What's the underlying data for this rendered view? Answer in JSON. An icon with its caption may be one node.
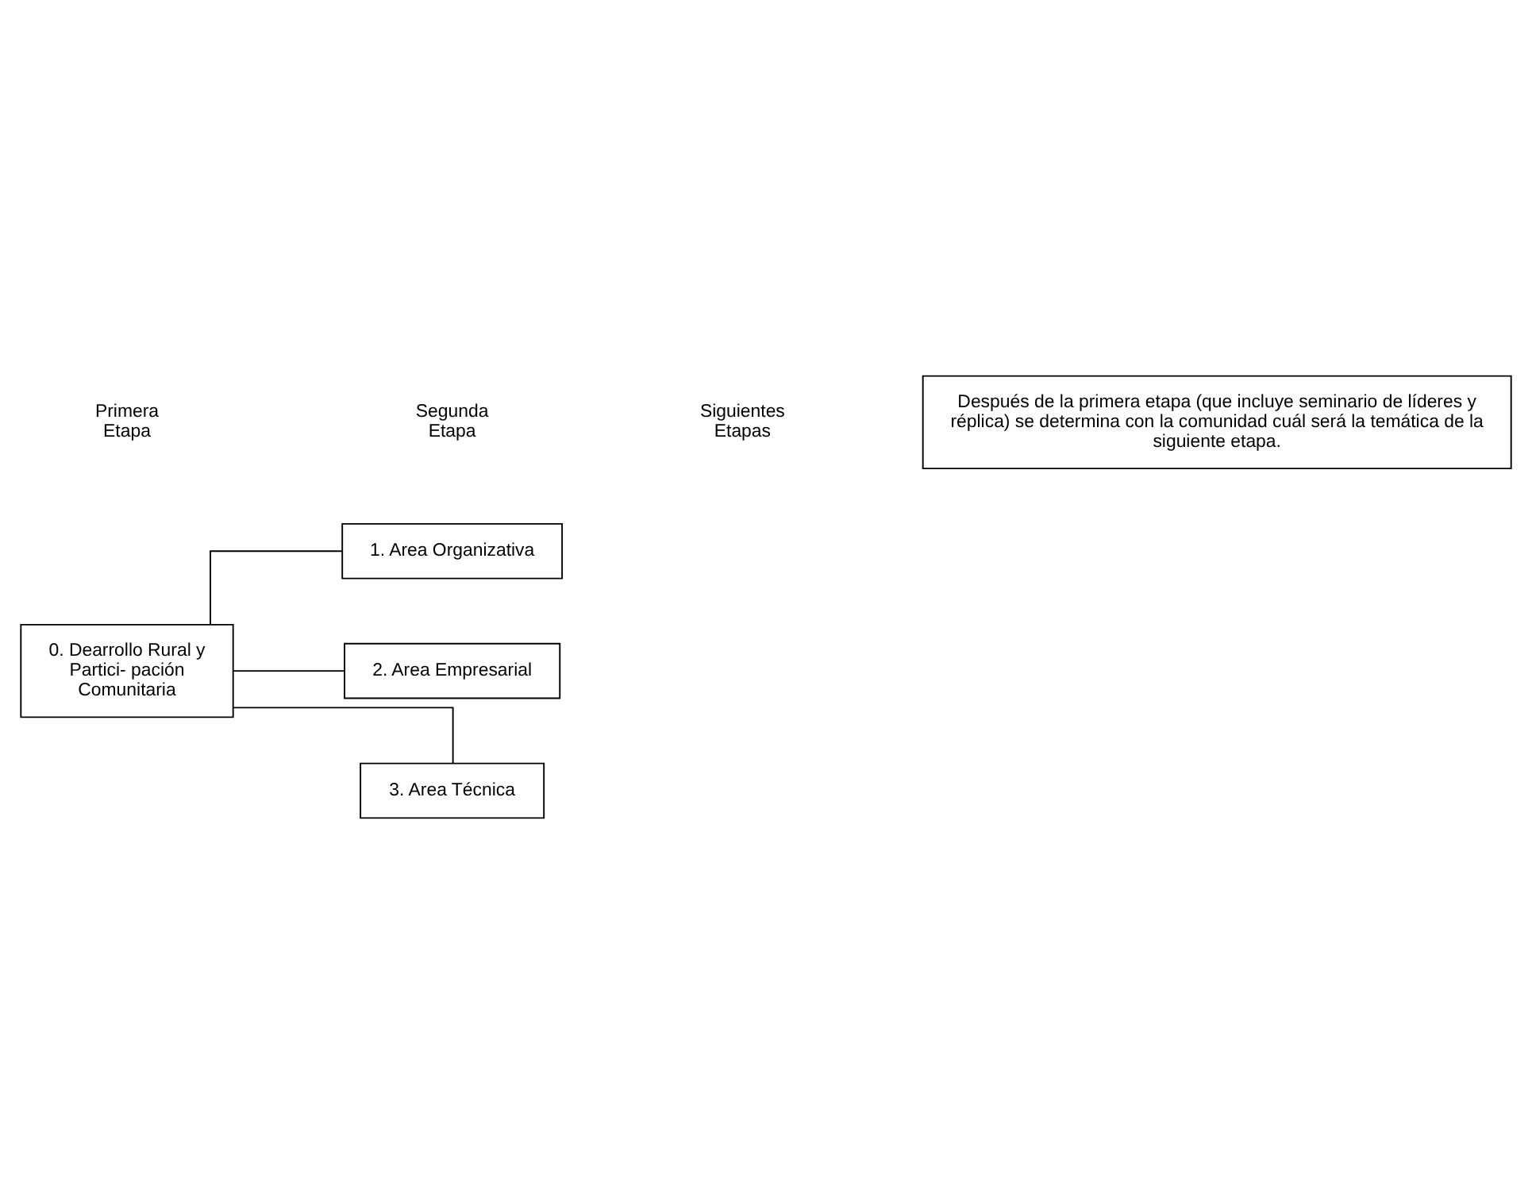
{
  "diagram": {
    "nodes": [
      {
        "text": [
          "0. Dearrollo Rural y Partici- pación Comunitaria"
        ]
      },
      {
        "text": [
          "1. Area Organizativa"
        ]
      },
      {
        "text": [
          "2. Area Empresarial"
        ]
      },
      {
        "text": [
          "3. Area Técnica"
        ]
      },
      {
        "text": [
          "Después de la primera etapa (que incluye seminario de líderes y réplica) se determina con la comunidad cuál será la temática de la siguiente etapa."
        ]
      }
    ],
    "edges": [
      {
        "from": 0,
        "to": 1,
        "arrow": "none"
      },
      {
        "from": 0,
        "to": 2,
        "arrow": "none"
      },
      {
        "from": 0,
        "to": 3,
        "arrow": "none"
      }
    ],
    "labels": [
      "Primera Etapa",
      "Segunda Etapa",
      "Siguientes Etapas"
    ]
  }
}
